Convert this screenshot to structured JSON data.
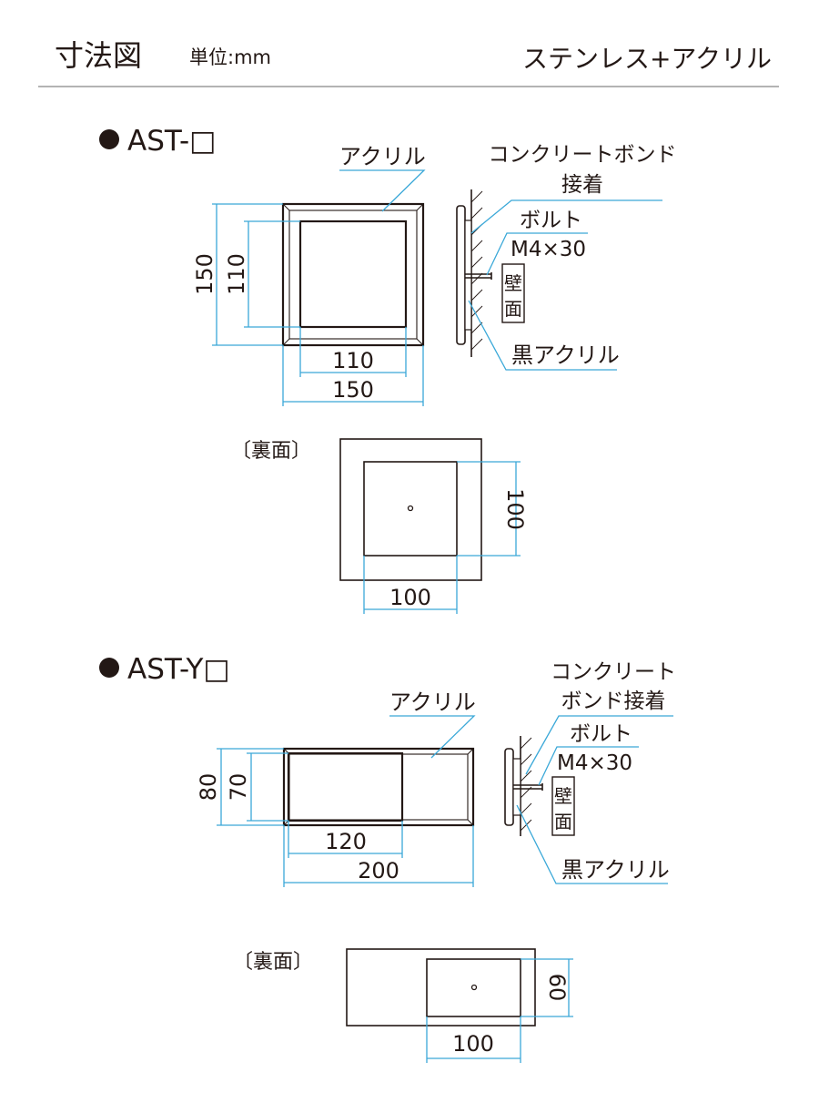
{
  "header": {
    "title": "寸法図",
    "unit": "単位:mm",
    "material": "ステンレス+アクリル"
  },
  "ast": {
    "title": "AST-□",
    "acrylic": "アクリル",
    "bond_line1": "コンクリートボンド",
    "bond_line2": "接着",
    "bolt": "ボルト",
    "bolt_size": "M4×30",
    "wall_1": "壁",
    "wall_2": "面",
    "black_acrylic": "黒アクリル",
    "dim_outer_h": "150",
    "dim_inner_h": "110",
    "dim_inner_w": "110",
    "dim_outer_w": "150",
    "back_label": "〔裏面〕",
    "back_dim_h": "100",
    "back_dim_w": "100"
  },
  "asty": {
    "title": "AST-Y□",
    "acrylic": "アクリル",
    "bond_line1": "コンクリート",
    "bond_line2": "ボンド接着",
    "bolt": "ボルト",
    "bolt_size": "M4×30",
    "wall_1": "壁",
    "wall_2": "面",
    "black_acrylic": "黒アクリル",
    "dim_outer_h": "80",
    "dim_inner_h": "70",
    "dim_inner_w": "120",
    "dim_outer_w": "200",
    "back_label": "〔裏面〕",
    "back_dim_h": "60",
    "back_dim_w": "100"
  },
  "colors": {
    "ink": "#231815",
    "dimension": "#3aa8d8"
  }
}
